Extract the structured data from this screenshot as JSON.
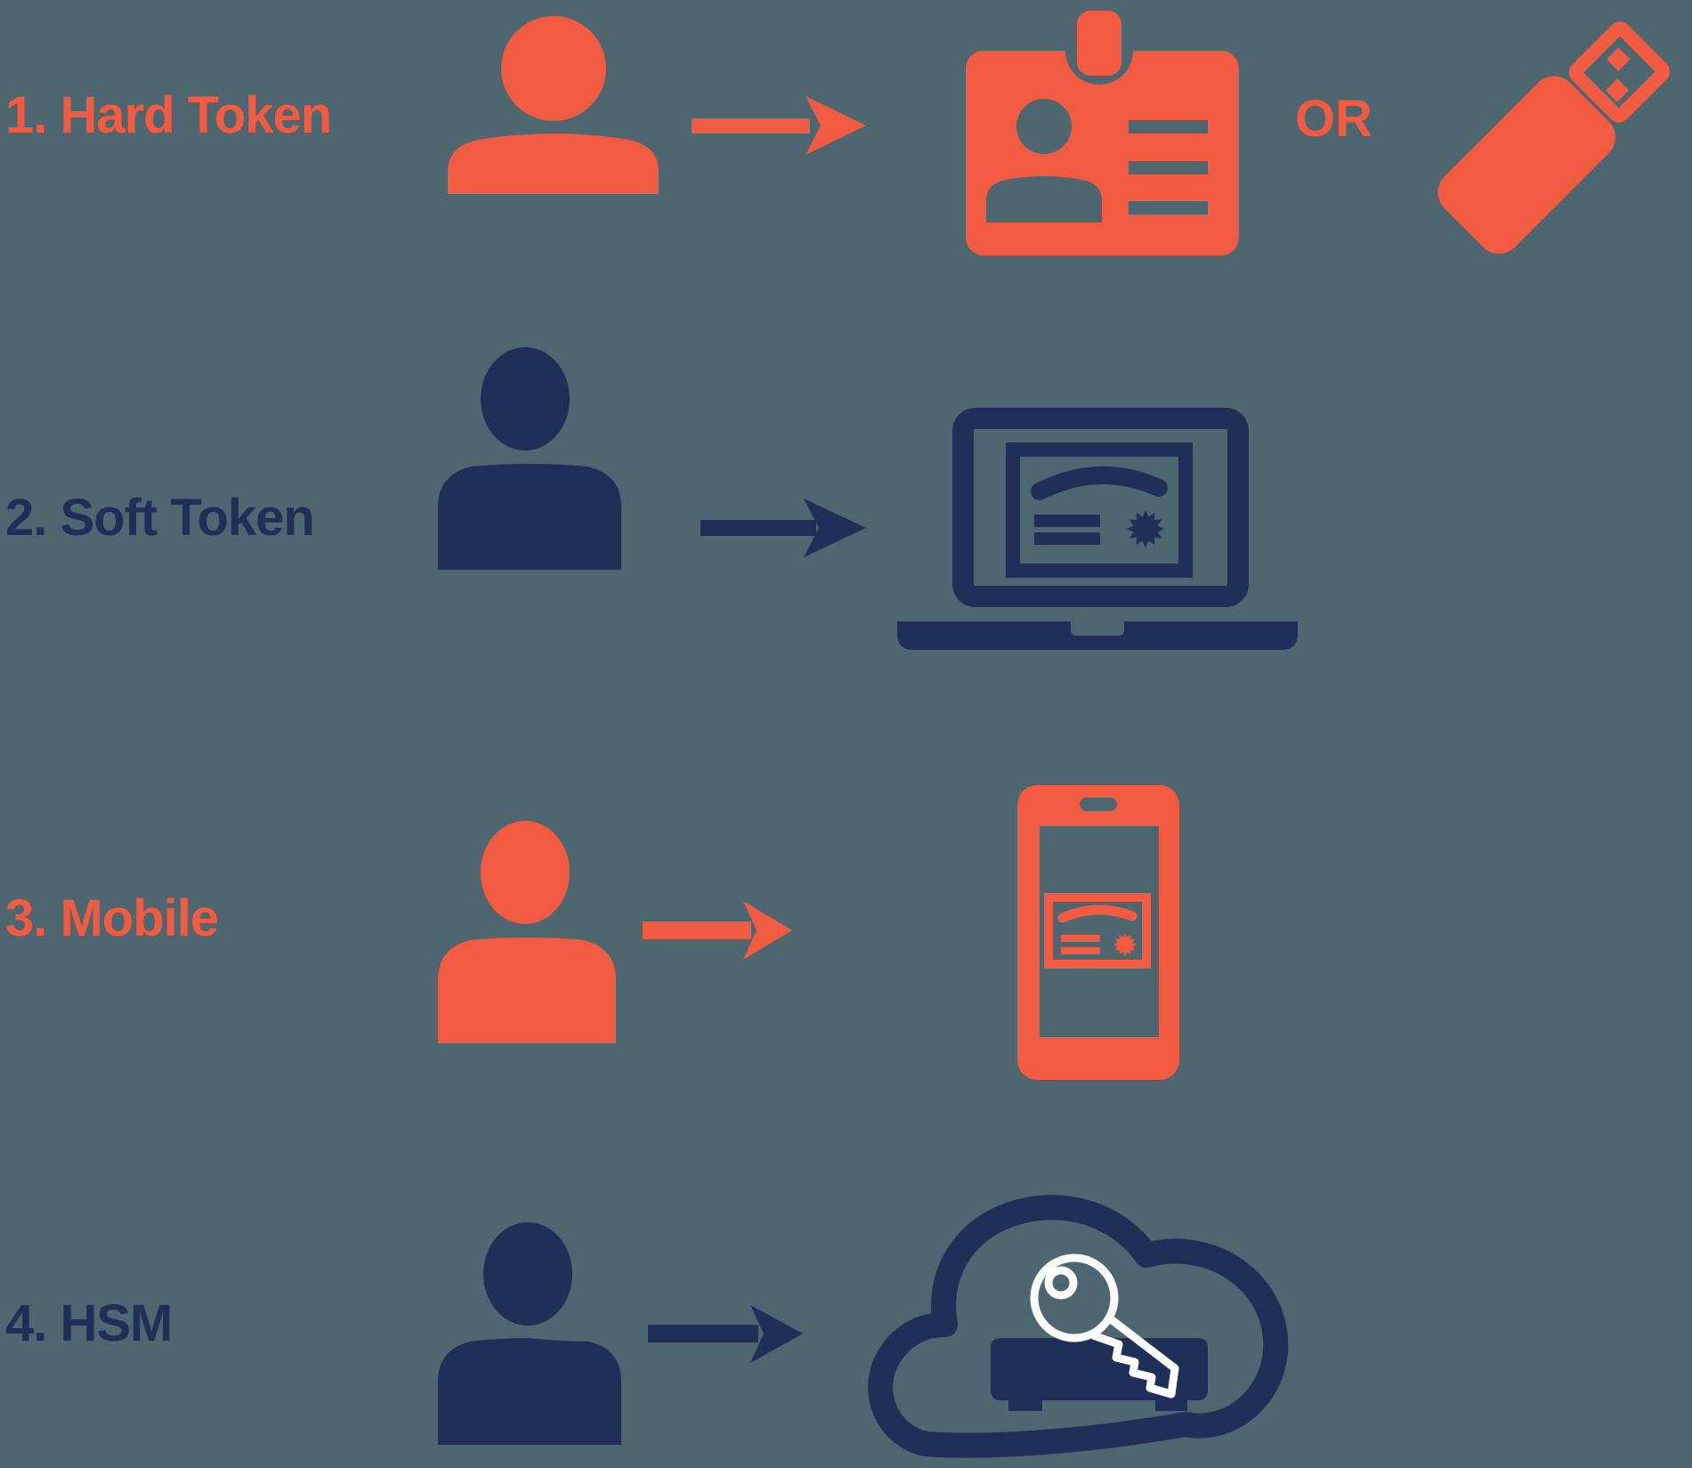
{
  "colors": {
    "background": "#4D6670",
    "orange": "#F15B41",
    "navy": "#1F2F58",
    "key_outline": "#FFFFFF"
  },
  "or_label": "OR",
  "rows": [
    {
      "label": "1. Hard Token",
      "color": "#F15B41",
      "source_icon": "user-icon",
      "target_icons": [
        "id-badge-icon",
        "usb-flash-drive-icon"
      ],
      "separator": "OR"
    },
    {
      "label": "2. Soft Token",
      "color": "#1F2F58",
      "source_icon": "user-icon",
      "target_icons": [
        "laptop-certificate-icon"
      ]
    },
    {
      "label": "3. Mobile",
      "color": "#F15B41",
      "source_icon": "user-icon",
      "target_icons": [
        "smartphone-certificate-icon"
      ]
    },
    {
      "label": "4. HSM",
      "color": "#1F2F58",
      "source_icon": "user-icon",
      "target_icons": [
        "cloud-hsm-key-icon"
      ]
    }
  ]
}
